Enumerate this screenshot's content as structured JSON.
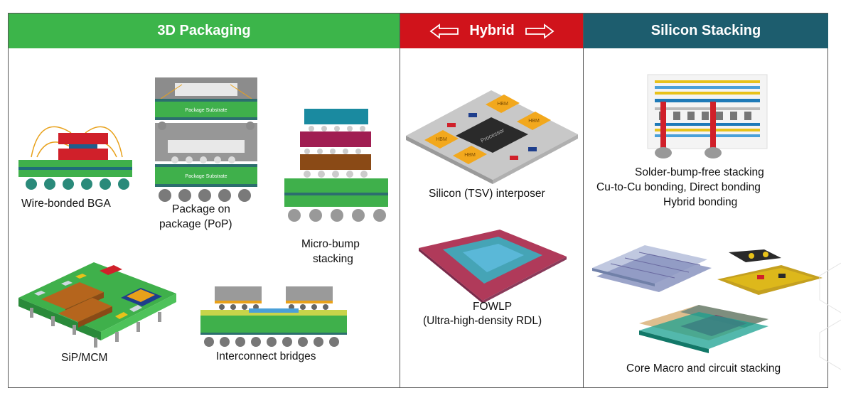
{
  "headers": {
    "packaging": "3D Packaging",
    "hybrid": "Hybrid",
    "stacking": "Silicon Stacking"
  },
  "labels": {
    "wire_bonded": "Wire-bonded BGA",
    "pop_line1": "Package on",
    "pop_line2": "package (PoP)",
    "micro_bump_line1": "Micro-bump",
    "micro_bump_line2": "stacking",
    "sip": "SiP/MCM",
    "bridges": "Interconnect bridges",
    "tsv": "Silicon (TSV) interposer",
    "fowlp_line1": "FOWLP",
    "fowlp_line2": "(Ultra-high-density RDL)",
    "solder_line1": "Solder-bump-free stacking",
    "solder_line2": "Cu-to-Cu bonding, Direct bonding",
    "solder_line3": "Hybrid bonding",
    "core_macro": "Core Macro and circuit stacking"
  },
  "inline_text": {
    "package_substrate": "Package Substrate",
    "hbm": "HBM",
    "processor": "Processor"
  },
  "colors": {
    "packaging_header": "#3cb54a",
    "hybrid_header": "#d0131b",
    "stacking_header": "#1d5d6e"
  }
}
